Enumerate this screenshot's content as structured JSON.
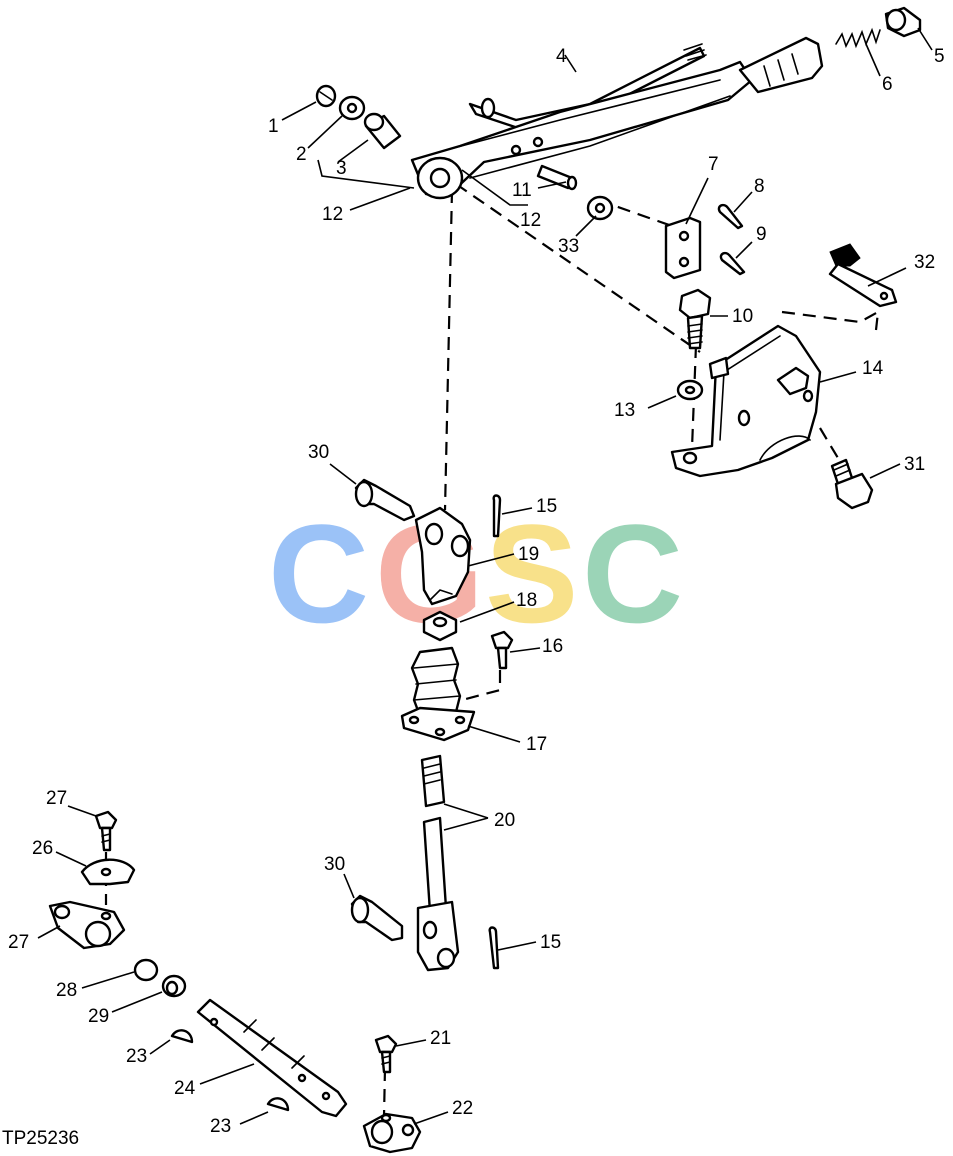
{
  "figure_id": "TP25236",
  "watermark": {
    "letters": [
      "C",
      "G",
      "S",
      "C"
    ],
    "colors": [
      "#7fb2f5",
      "#f39a8f",
      "#f7d96a",
      "#7fc9a4"
    ]
  },
  "callouts": {
    "c1": "1",
    "c2": "2",
    "c3": "3",
    "c4": "4",
    "c5": "5",
    "c6": "6",
    "c7": "7",
    "c8": "8",
    "c9": "9",
    "c10": "10",
    "c11": "11",
    "c12a": "12",
    "c12b": "12",
    "c13": "13",
    "c14": "14",
    "c15a": "15",
    "c15b": "15",
    "c16": "16",
    "c17": "17",
    "c18": "18",
    "c19": "19",
    "c20": "20",
    "c21": "21",
    "c22": "22",
    "c23a": "23",
    "c23b": "23",
    "c24": "24",
    "c26": "26",
    "c27a": "27",
    "c27b": "27",
    "c28": "28",
    "c29": "29",
    "c30a": "30",
    "c30b": "30",
    "c31": "31",
    "c32": "32",
    "c33": "33"
  }
}
